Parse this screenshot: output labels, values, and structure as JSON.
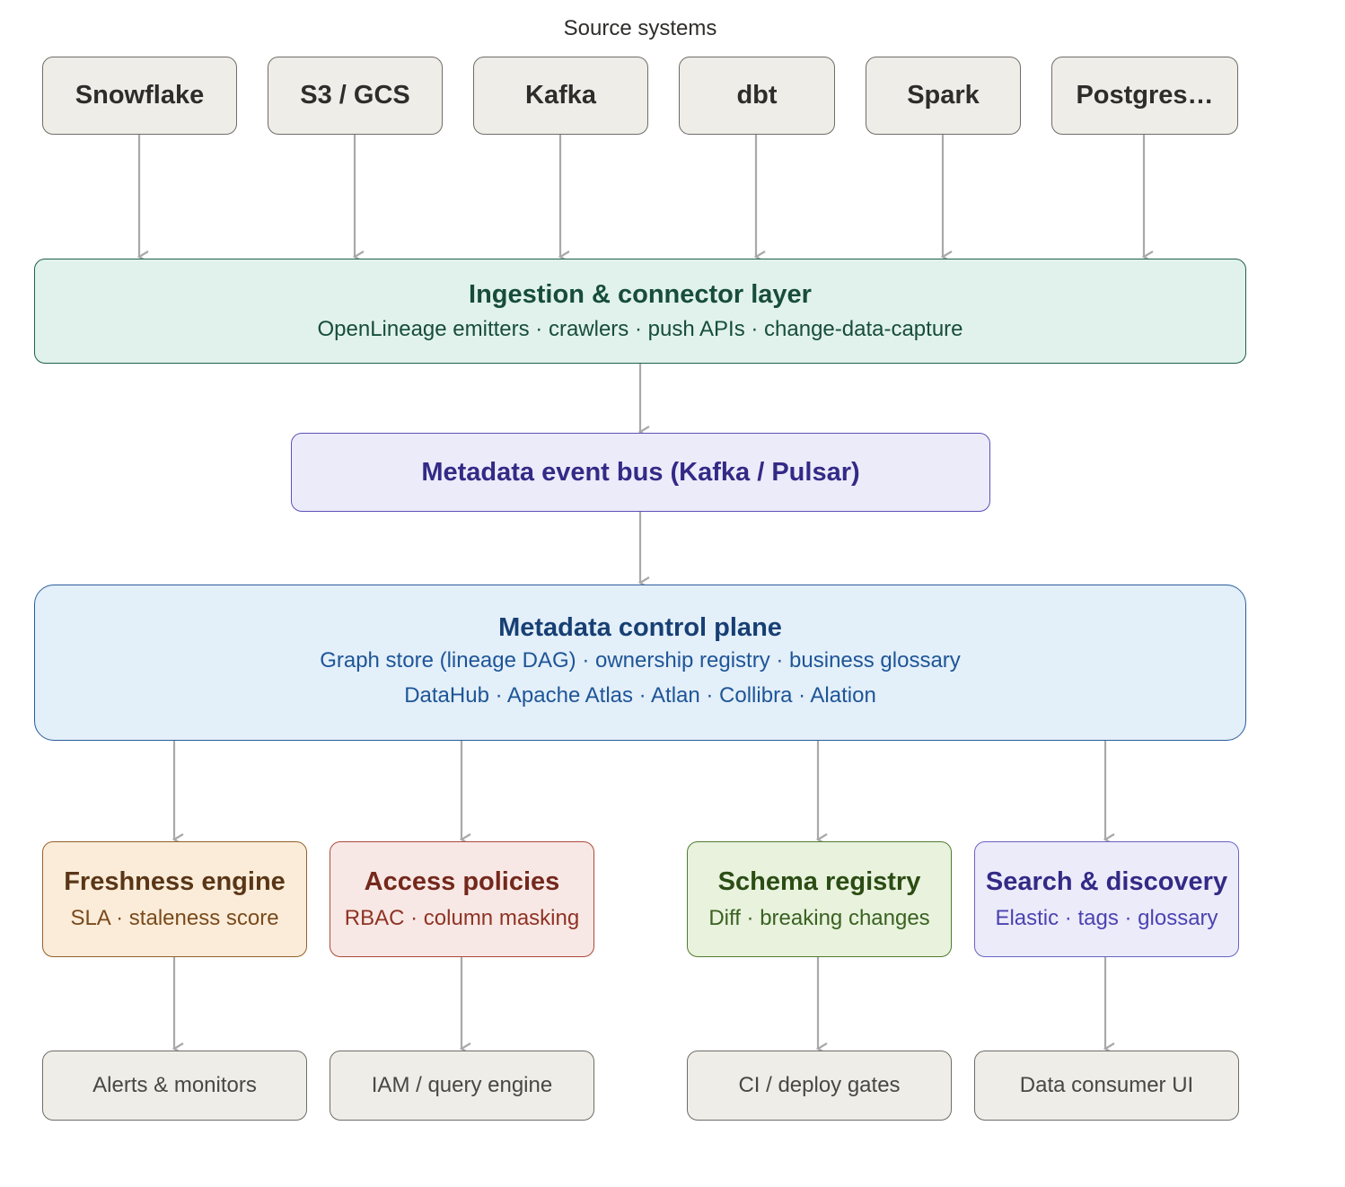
{
  "header": {
    "title": "Source systems"
  },
  "sources": [
    {
      "label": "Snowflake"
    },
    {
      "label": "S3 / GCS"
    },
    {
      "label": "Kafka"
    },
    {
      "label": "dbt"
    },
    {
      "label": "Spark"
    },
    {
      "label": "Postgres…"
    }
  ],
  "ingestion": {
    "title": "Ingestion & connector layer",
    "subtitle": "OpenLineage emitters · crawlers · push APIs · change-data-capture"
  },
  "event_bus": {
    "title": "Metadata event bus (Kafka / Pulsar)"
  },
  "control_plane": {
    "title": "Metadata control plane",
    "line1": "Graph store (lineage DAG) · ownership registry · business glossary",
    "line2": "DataHub · Apache Atlas · Atlan · Collibra · Alation"
  },
  "services": [
    {
      "title": "Freshness engine",
      "subtitle": "SLA · staleness score",
      "color": "#faecd9"
    },
    {
      "title": "Access policies",
      "subtitle": "RBAC · column masking",
      "color": "#f8e8e5"
    },
    {
      "title": "Schema registry",
      "subtitle": "Diff · breaking changes",
      "color": "#e8f2dc"
    },
    {
      "title": "Search & discovery",
      "subtitle": "Elastic · tags · glossary",
      "color": "#ecebfa"
    }
  ],
  "consumers": [
    {
      "label": "Alerts & monitors"
    },
    {
      "label": "IAM / query engine"
    },
    {
      "label": "CI / deploy gates"
    },
    {
      "label": "Data consumer UI"
    }
  ],
  "colors": {
    "arrow": "#a9a9a9"
  }
}
